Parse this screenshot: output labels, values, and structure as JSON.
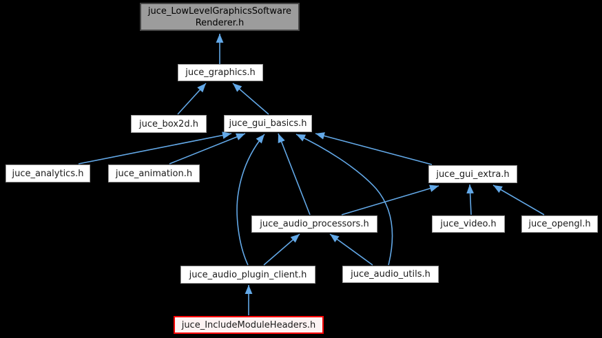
{
  "diagram": {
    "type": "include-dependency-graph",
    "background_color": "#000000",
    "edge_color": "#63a9e8",
    "node_fill": "#ffffff",
    "node_border": "#9a9a9a",
    "current_node_fill": "#9c9c9c",
    "highlighted_node_border": "#ff0000",
    "highlighted_node_fill": "#fdf3f3",
    "nodes": [
      {
        "id": "lowlevel",
        "label": "juce_LowLevelGraphicsSoftware Renderer.h",
        "line1": "juce_LowLevelGraphicsSoftware",
        "line2": "Renderer.h",
        "style": "current"
      },
      {
        "id": "graphics",
        "label": "juce_graphics.h",
        "style": "normal"
      },
      {
        "id": "box2d",
        "label": "juce_box2d.h",
        "style": "normal"
      },
      {
        "id": "gui_basics",
        "label": "juce_gui_basics.h",
        "style": "normal"
      },
      {
        "id": "analytics",
        "label": "juce_analytics.h",
        "style": "normal"
      },
      {
        "id": "animation",
        "label": "juce_animation.h",
        "style": "normal"
      },
      {
        "id": "gui_extra",
        "label": "juce_gui_extra.h",
        "style": "normal"
      },
      {
        "id": "audio_processors",
        "label": "juce_audio_processors.h",
        "style": "normal"
      },
      {
        "id": "video",
        "label": "juce_video.h",
        "style": "normal"
      },
      {
        "id": "opengl",
        "label": "juce_opengl.h",
        "style": "normal"
      },
      {
        "id": "audio_plugin_client",
        "label": "juce_audio_plugin_client.h",
        "style": "normal"
      },
      {
        "id": "audio_utils",
        "label": "juce_audio_utils.h",
        "style": "normal"
      },
      {
        "id": "include_module_headers",
        "label": "juce_IncludeModuleHeaders.h",
        "style": "highlighted"
      }
    ],
    "edges": [
      {
        "from": "juce_graphics.h",
        "to": "juce_LowLevelGraphicsSoftwareRenderer.h"
      },
      {
        "from": "juce_box2d.h",
        "to": "juce_graphics.h"
      },
      {
        "from": "juce_gui_basics.h",
        "to": "juce_graphics.h"
      },
      {
        "from": "juce_analytics.h",
        "to": "juce_gui_basics.h"
      },
      {
        "from": "juce_animation.h",
        "to": "juce_gui_basics.h"
      },
      {
        "from": "juce_audio_plugin_client.h",
        "to": "juce_gui_basics.h"
      },
      {
        "from": "juce_audio_processors.h",
        "to": "juce_gui_basics.h"
      },
      {
        "from": "juce_audio_utils.h",
        "to": "juce_gui_basics.h"
      },
      {
        "from": "juce_gui_extra.h",
        "to": "juce_gui_basics.h"
      },
      {
        "from": "juce_audio_processors.h",
        "to": "juce_gui_extra.h"
      },
      {
        "from": "juce_video.h",
        "to": "juce_gui_extra.h"
      },
      {
        "from": "juce_opengl.h",
        "to": "juce_gui_extra.h"
      },
      {
        "from": "juce_audio_plugin_client.h",
        "to": "juce_audio_processors.h"
      },
      {
        "from": "juce_audio_utils.h",
        "to": "juce_audio_processors.h"
      },
      {
        "from": "juce_IncludeModuleHeaders.h",
        "to": "juce_audio_plugin_client.h"
      }
    ]
  }
}
